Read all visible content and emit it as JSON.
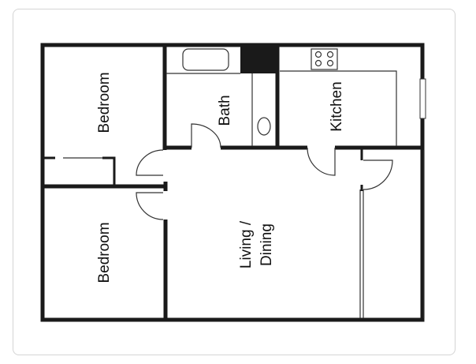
{
  "floorplan": {
    "rooms": {
      "bedroom_top": "Bedroom",
      "bedroom_bottom": "Bedroom",
      "bath": "Bath",
      "kitchen": "Kitchen",
      "living_line1": "Living /",
      "living_line2": "Dining"
    },
    "colors": {
      "wall": "#1a1a1a",
      "fixture": "#333333",
      "card_border": "#d4d4d4"
    }
  }
}
